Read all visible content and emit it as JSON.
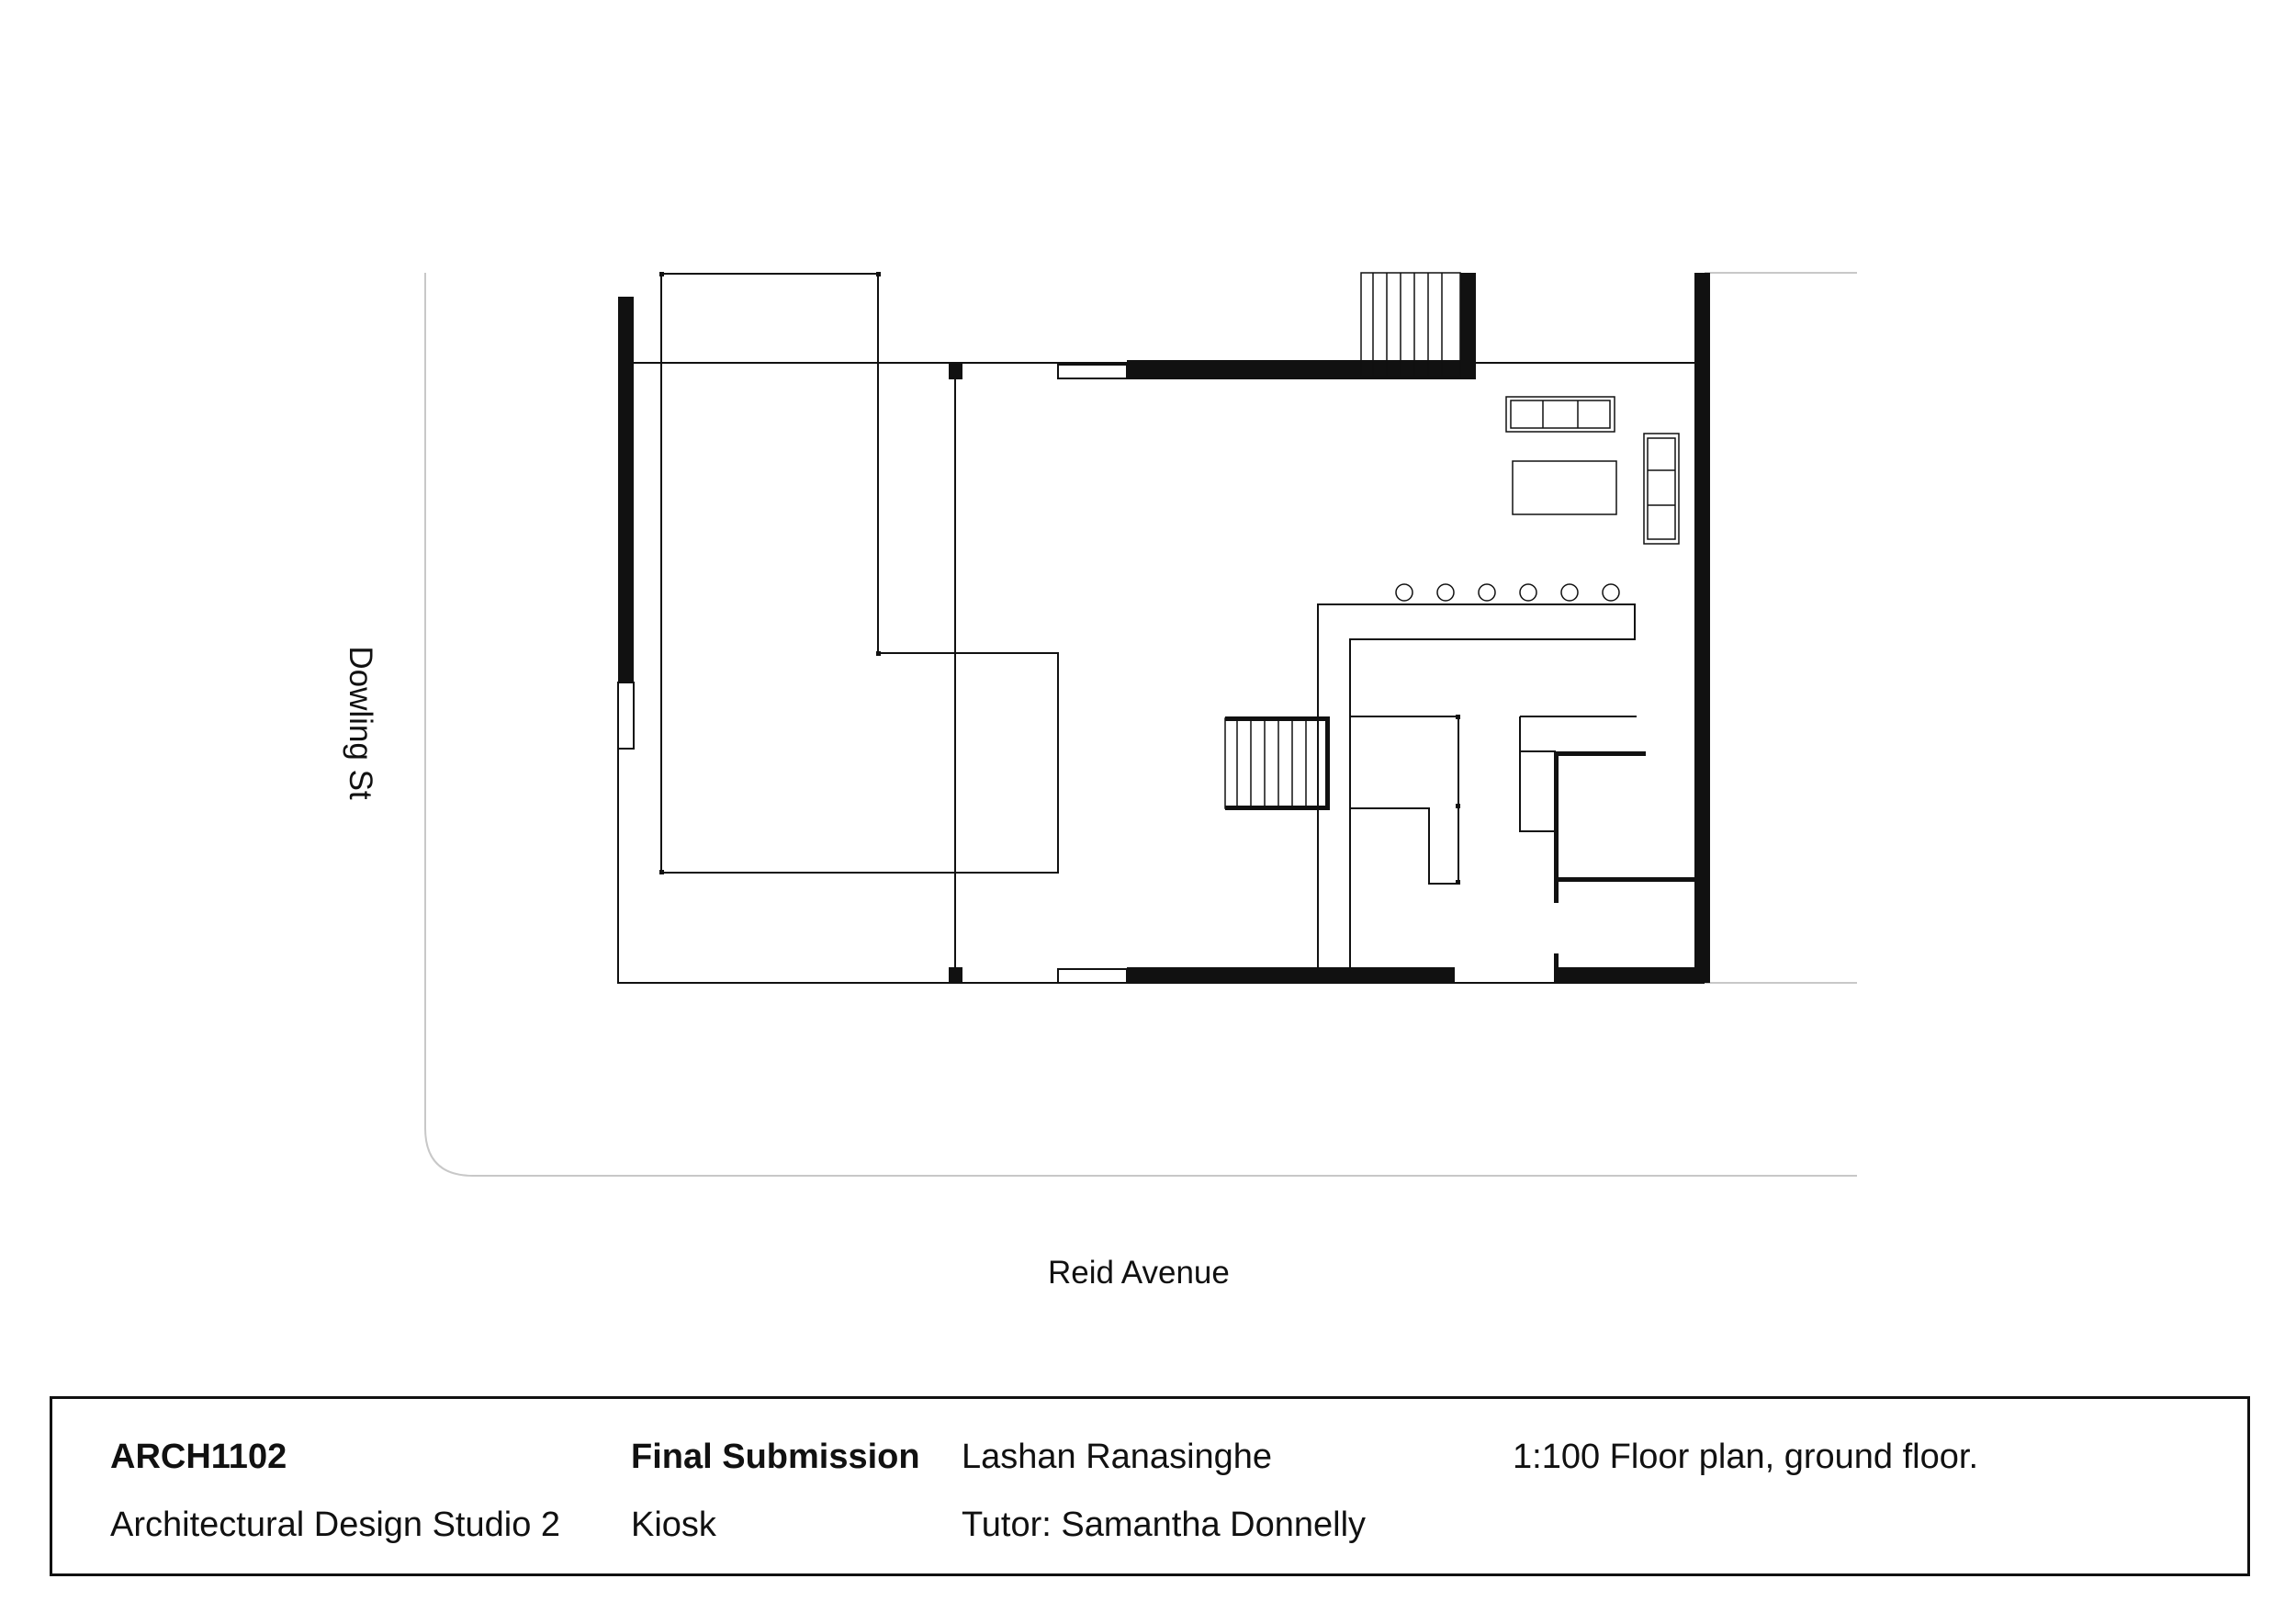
{
  "streets": {
    "bottom": "Reid Avenue",
    "left": "Dowling St"
  },
  "title_block": {
    "course_code": "ARCH1102",
    "course_name": "Architectural Design Studio 2",
    "submission": "Final Submission",
    "project": "Kiosk",
    "student": "Lashan Ranasinghe",
    "tutor": "Tutor: Samantha Donnelly",
    "drawing": "1:100 Floor plan, ground floor."
  },
  "colors": {
    "ink": "#111111",
    "site_line": "#c8c8c8",
    "background": "#ffffff"
  }
}
